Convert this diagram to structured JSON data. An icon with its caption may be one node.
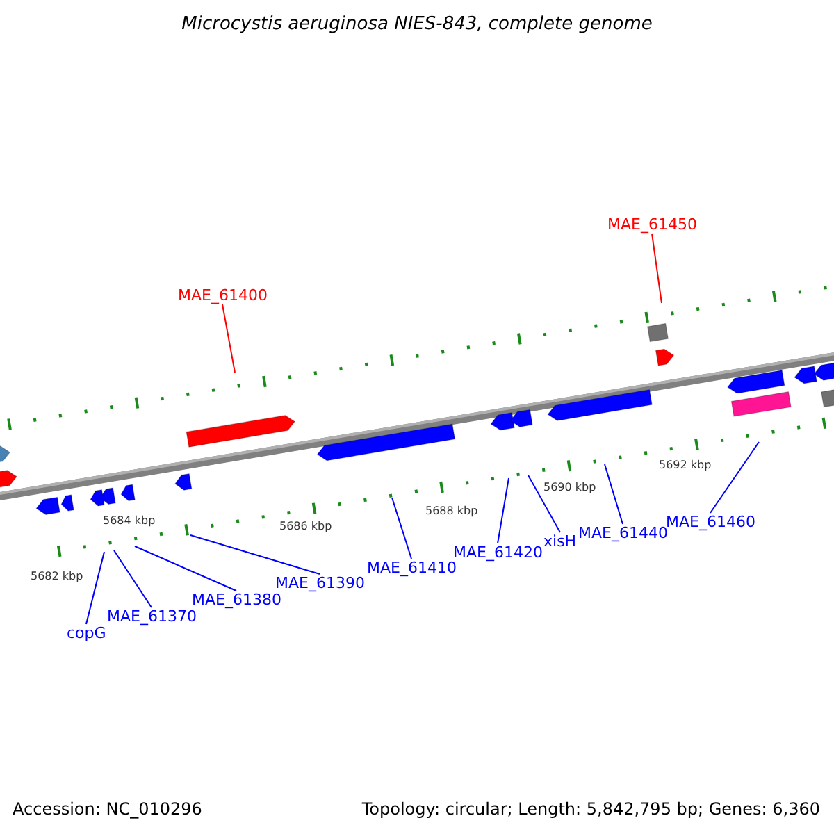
{
  "diagram": {
    "title": "Microcystis aeruginosa NIES-843, complete genome",
    "nodes": [
      {
        "text": [
          "MAE_61400"
        ]
      },
      {
        "text": [
          "MAE_61450"
        ]
      },
      {
        "text": [
          "copG"
        ]
      },
      {
        "text": [
          "MAE_61370"
        ]
      },
      {
        "text": [
          "MAE_61380"
        ]
      },
      {
        "text": [
          "MAE_61390"
        ]
      },
      {
        "text": [
          "MAE_61410"
        ]
      },
      {
        "text": [
          "MAE_61420"
        ]
      },
      {
        "text": [
          "xisH"
        ]
      },
      {
        "text": [
          "MAE_61440"
        ]
      },
      {
        "text": [
          "MAE_61460"
        ]
      }
    ],
    "edges": [
      {
        "from": 0,
        "to": null,
        "arrow": "none",
        "color": "#ff0000"
      },
      {
        "from": 1,
        "to": null,
        "arrow": "none",
        "color": "#ff0000"
      },
      {
        "from": 2,
        "to": null,
        "arrow": "none"
      },
      {
        "from": 3,
        "to": null,
        "arrow": "none"
      },
      {
        "from": 4,
        "to": null,
        "arrow": "none"
      },
      {
        "from": 5,
        "to": null,
        "arrow": "none"
      },
      {
        "from": 6,
        "to": null,
        "arrow": "none"
      },
      {
        "from": 7,
        "to": null,
        "arrow": "none"
      },
      {
        "from": 8,
        "to": null,
        "arrow": "none"
      },
      {
        "from": 9,
        "to": null,
        "arrow": "none"
      },
      {
        "from": 10,
        "to": null,
        "arrow": "none"
      }
    ],
    "labels": [
      "5682 kbp",
      "5684 kbp",
      "5686 kbp",
      "5688 kbp",
      "5690 kbp",
      "5692 kbp",
      "Accession: NC_010296",
      "Topology: circular; Length: 5,842,795 bp; Genes: 6,360"
    ]
  }
}
